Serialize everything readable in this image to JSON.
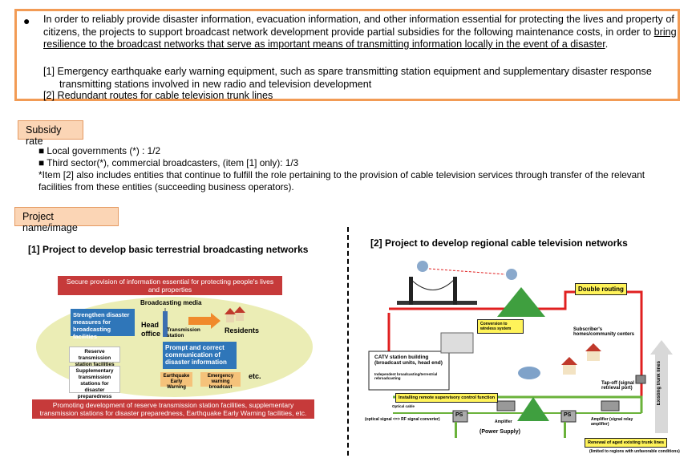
{
  "intro": {
    "bullet": "●",
    "text_before": "In order to reliably provide disaster information, evacuation information, and other information essential for protecting the lives and property of citizens, the projects to support broadcast network development provide partial subsidies for the following maintenance costs, in order to ",
    "text_underlined": "bring resilience to the broadcast networks that serve as important means of transmitting information locally in the event of a disaster",
    "text_after": ".",
    "item1_line1": "[1] Emergency earthquake early warning equipment, such as spare transmitting station equipment and supplementary disaster response",
    "item1_line2": "transmitting stations involved in new radio and television development",
    "item2": "[2] Redundant routes for cable television trunk lines"
  },
  "subsidy": {
    "tag": "Subsidy rate",
    "rate1": "■ Local governments (*) : 1/2",
    "rate2": "■ Third sector(*), commercial broadcasters, (item [1] only): 1/3",
    "note": "*Item [2] also includes entities that continue to fulfill the role pertaining to the provision of cable television services through transfer of the relevant facilities from these entities (succeeding business operators)."
  },
  "project": {
    "tag": "Project name/image",
    "title1": "[1] Project to develop basic terrestrial broadcasting networks",
    "title2": "[2] Project to develop regional cable television networks"
  },
  "diagram1": {
    "top_banner": "Secure provision of information essential for protecting people's lives and properties",
    "broadcasting_media": "Broadcasting media",
    "strengthen": "Strengthen disaster measures for broadcasting facilities",
    "head_office": "Head office",
    "transmission_station": "Transmission station",
    "residents": "Residents",
    "prompt": "Prompt and correct communication of disaster information",
    "reserve": "Reserve transmission station facilities",
    "supplementary": "Supplementary transmission stations for disaster preparedness",
    "earthquake": "Earthquake Early Warning",
    "emergency": "Emergency warning broadcast",
    "etc": "etc.",
    "bottom_banner": "Promoting development of reserve transmission station facilities, supplementary transmission stations for disaster preparedness, Earthquake Early Warning facilities, etc."
  },
  "diagram2": {
    "double_routing": "Double routing",
    "conversion": "Conversion to wireless system",
    "subscribers": "Subscriber's homes/community centers",
    "catv": "CATV station building (broadcast units, head end)",
    "independent": "Independent broadcasting/terrestrial rebroadcasting",
    "installing": "Installing remote supervisory control function",
    "optical_cable": "Optical cable",
    "ps1": "PS",
    "ps2": "PS",
    "amplifier1": "Amplifier",
    "amplifier2": "Amplifier (signal relay amplifier)",
    "power_supply": "(Power Supply)",
    "optical_signal": "(optical signal <=> RF signal converter)",
    "tapoff": "Tap-off (signal retrieval port)",
    "trunk": "Existing trunk lines",
    "renewal": "Renewal of aged existing trunk lines",
    "limited": "(limited to regions with unfavorable conditions)"
  },
  "colors": {
    "orange_border": "#f29b55",
    "tag_fill": "#fbd5b5",
    "red_route": "#e02020",
    "green_route": "#6ab23a"
  }
}
